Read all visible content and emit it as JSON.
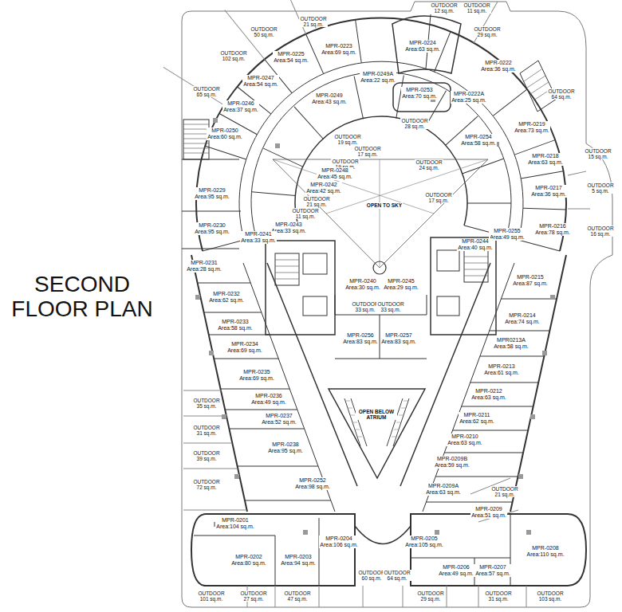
{
  "diagram": {
    "title": "SECOND FLOOR PLAN",
    "nodes": [
      {
        "text": [
          "OUTDOOR",
          "12 sq.m."
        ]
      },
      {
        "text": [
          "OUTDOOR",
          "11 sq.m."
        ]
      },
      {
        "text": [
          "OUTDOOR",
          "21 sq.m."
        ]
      },
      {
        "text": [
          "OUTDOOR",
          "29 sq.m."
        ]
      },
      {
        "text": [
          "OUTDOOR",
          "50 sq.m."
        ]
      },
      {
        "text": [
          "MPR-0224",
          "Area:63 sq.m."
        ]
      },
      {
        "text": [
          "MPR-0223",
          "Area:69 sq.m."
        ]
      },
      {
        "text": [
          "OUTDOOR",
          "102 sq.m."
        ]
      },
      {
        "text": [
          "MPR-0225",
          "Area:54 sq.m."
        ]
      },
      {
        "text": [
          "MPR-0222",
          "Area:36 sq.m."
        ]
      },
      {
        "text": [
          "MPR-0249A",
          "Area:22 sq.m."
        ]
      },
      {
        "text": [
          "MPR-0247",
          "Area:54 sq.m."
        ]
      },
      {
        "text": [
          "OUTDOOR",
          "65 sq.m."
        ]
      },
      {
        "text": [
          "MPR-0253",
          "Area:70 sq.m."
        ]
      },
      {
        "text": [
          "OUTDOOR",
          "64 sq.m."
        ]
      },
      {
        "text": [
          "MPR-0222A",
          "Area:25 sq.m."
        ]
      },
      {
        "text": [
          "MPR-0249",
          "Area:43 sq.m."
        ]
      },
      {
        "text": [
          "MPR-0246",
          "Area:37 sq.m."
        ]
      },
      {
        "text": [
          "OUTDOOR",
          "28 sq.m."
        ]
      },
      {
        "text": [
          "MPR-0219",
          "Area:73 sq.m."
        ]
      },
      {
        "text": [
          "MPR-0250",
          "Area:60 sq.m."
        ]
      },
      {
        "text": [
          "OUTDOOR",
          "19 sq.m."
        ]
      },
      {
        "text": [
          "MPR-0254",
          "Area:58 sq.m."
        ]
      },
      {
        "text": [
          "OUTDOOR",
          "17 sq.m."
        ]
      },
      {
        "text": [
          "OUTDOOR",
          "15 sq.m."
        ]
      },
      {
        "text": [
          "MPR-0218",
          "Area:63 sq.m."
        ]
      },
      {
        "text": [
          "OUTDOOR",
          "19 sq.m."
        ]
      },
      {
        "text": [
          "OUTDOOR",
          "24 sq.m."
        ]
      },
      {
        "text": [
          "MPR-0248",
          "Area:45 sq.m."
        ]
      },
      {
        "text": [
          "OUTDOOR",
          "5 sq.m."
        ]
      },
      {
        "text": [
          "MPR-0242",
          "Area:42 sq.m."
        ]
      },
      {
        "text": [
          "MPR-0217",
          "Area:36 sq.m."
        ]
      },
      {
        "text": [
          "MPR-0229",
          "Area:95 sq.m."
        ]
      },
      {
        "text": [
          "OUTDOOR",
          "17 sq.m."
        ]
      },
      {
        "text": [
          "OUTDOOR",
          "21 sq.m."
        ]
      },
      {
        "text": [
          "OUTDOOR",
          "11 sq.m."
        ]
      },
      {
        "text": [
          "MPR-0243",
          "Area:33 sq.m."
        ]
      },
      {
        "text": [
          "MPR-0230",
          "Area:95 sq.m."
        ]
      },
      {
        "text": [
          "MPR-0216",
          "Area:78 sq.m."
        ]
      },
      {
        "text": [
          "OUTDOOR",
          "16 sq.m."
        ]
      },
      {
        "text": [
          "MPR-0255",
          "Area:49 sq.m."
        ]
      },
      {
        "text": [
          "MPR-0241",
          "Area:33 sq.m."
        ]
      },
      {
        "text": [
          "MPR-0244",
          "Area:40 sq.m."
        ]
      },
      {
        "text": [
          "MPR-0231",
          "Area:28 sq.m."
        ]
      },
      {
        "text": [
          "MPR-0215",
          "Area:87 sq.m."
        ]
      },
      {
        "text": [
          "MPR-0240",
          "Area:30 sq.m."
        ]
      },
      {
        "text": [
          "MPR-0245",
          "Area:29 sq.m."
        ]
      },
      {
        "text": [
          "MPR-0232",
          "Area:62 sq.m."
        ]
      },
      {
        "text": [
          "OUTDOOR",
          "33 sq.m."
        ]
      },
      {
        "text": [
          "OUTDOOR",
          "33 sq.m."
        ]
      },
      {
        "text": [
          "MPR-0214",
          "Area:74 sq.m."
        ]
      },
      {
        "text": [
          "MPR-0233",
          "Area:58 sq.m."
        ]
      },
      {
        "text": [
          "MPR-0256",
          "Area:83 sq.m."
        ]
      },
      {
        "text": [
          "MPR-0257",
          "Area:83 sq.m."
        ]
      },
      {
        "text": [
          "MPR0213A",
          "Area:58 sq.m."
        ]
      },
      {
        "text": [
          "MPR-0234",
          "Area:69 sq.m."
        ]
      },
      {
        "text": [
          "MPR-0213",
          "Area:61 sq.m."
        ]
      },
      {
        "text": [
          "MPR-0235",
          "Area:69 sq.m."
        ]
      },
      {
        "text": [
          "MPR-0212",
          "Area:63 sq.m."
        ]
      },
      {
        "text": [
          "MPR-0236",
          "Area:49 sq.m."
        ]
      },
      {
        "text": [
          "OUTDOOR",
          "35 sq.m."
        ]
      },
      {
        "text": [
          "MPR-0211",
          "Area:62 sq.m."
        ]
      },
      {
        "text": [
          "MPR-0237",
          "Area:52 sq.m."
        ]
      },
      {
        "text": [
          "OUTDOOR",
          "31 sq.m."
        ]
      },
      {
        "text": [
          "MPR-0210",
          "Area:63 sq.m."
        ]
      },
      {
        "text": [
          "MPR-0238",
          "Area:95 sq.m."
        ]
      },
      {
        "text": [
          "OUTDOOR",
          "39 sq.m."
        ]
      },
      {
        "text": [
          "MPR-0209B",
          "Area:59 sq.m."
        ]
      },
      {
        "text": [
          "MPR-0252",
          "Area:98 sq.m."
        ]
      },
      {
        "text": [
          "OUTDOOR",
          "72 sq.m."
        ]
      },
      {
        "text": [
          "MPR-0209A",
          "Area:63 sq.m."
        ]
      },
      {
        "text": [
          "OUTDOOR",
          "21 sq.m."
        ]
      },
      {
        "text": [
          "MPR-0209",
          "Area:51 sq.m."
        ]
      },
      {
        "text": [
          "MPR-0201",
          "Area:104 sq.m."
        ]
      },
      {
        "text": [
          "MPR-0204",
          "Area:106 sq.m."
        ]
      },
      {
        "text": [
          "MPR-0205",
          "Area:105 sq.m."
        ]
      },
      {
        "text": [
          "MPR-0208",
          "Area:110 sq.m."
        ]
      },
      {
        "text": [
          "MPR-0202",
          "Area:80 sq.m."
        ]
      },
      {
        "text": [
          "MPR-0203",
          "Area:94 sq.m."
        ]
      },
      {
        "text": [
          "MPR-0206",
          "Area:49 sq.m."
        ]
      },
      {
        "text": [
          "MPR-0207",
          "Area:57 sq.m."
        ]
      },
      {
        "text": [
          "OUTDOOR",
          "60 sq.m."
        ]
      },
      {
        "text": [
          "OUTDOOR",
          "64 sq.m."
        ]
      },
      {
        "text": [
          "OUTDOOR",
          "101 sq.m."
        ]
      },
      {
        "text": [
          "OUTDOOR",
          "27 sq.m."
        ]
      },
      {
        "text": [
          "OUTDOOR",
          "47 sq.m."
        ]
      },
      {
        "text": [
          "OUTDOOR",
          "29 sq.m."
        ]
      },
      {
        "text": [
          "OUTDOOR",
          "31 sq.m."
        ]
      },
      {
        "text": [
          "OUTDOOR",
          "103 sq.m."
        ]
      }
    ],
    "labels": [
      "OPEN TO SKY",
      "OPEN BELOW ATRIUM"
    ]
  }
}
